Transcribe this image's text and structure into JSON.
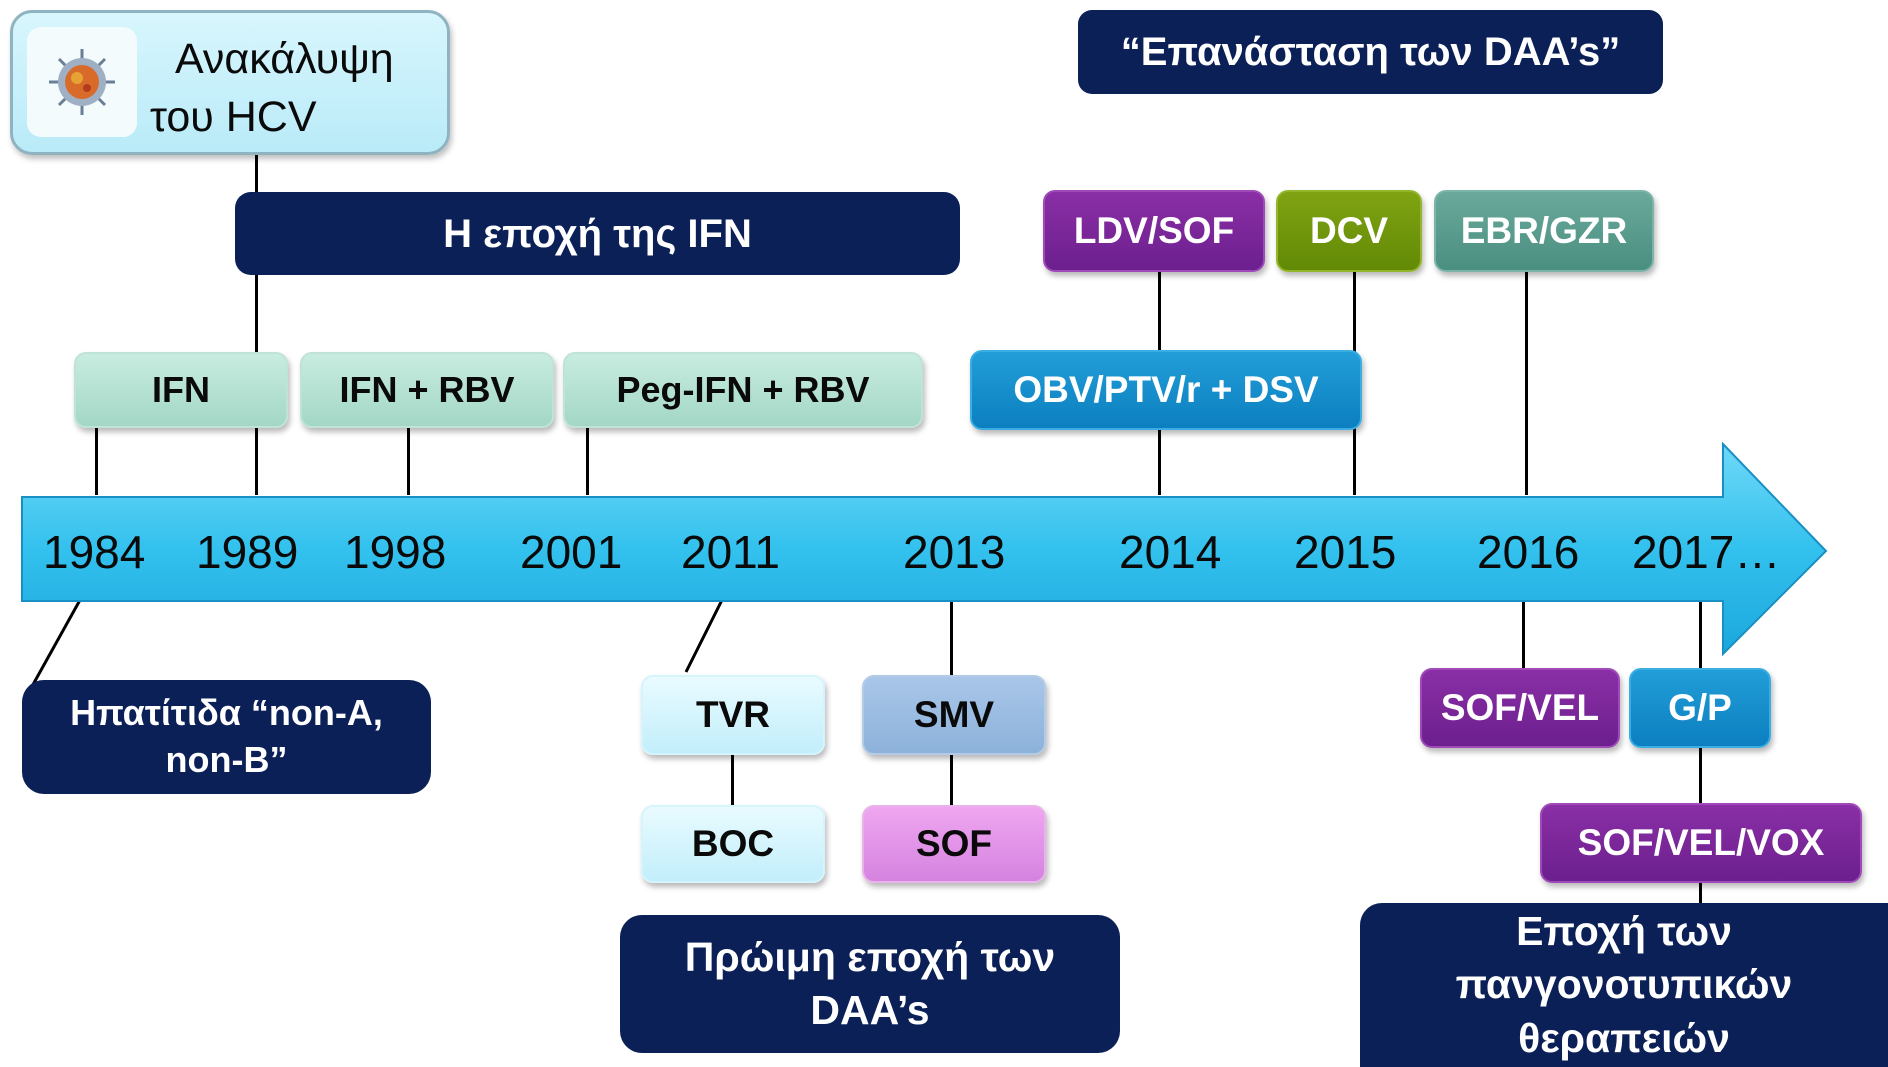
{
  "discovery": {
    "line1": "Ανακάλυψη",
    "line2": "του HCV",
    "icon": "virus-icon"
  },
  "ifn_era": "Η εποχή της IFN",
  "daa_revolution": "“Επανάσταση των DAA’s”",
  "non_ab": "Ηπατίτιδα “non-A, non-B”",
  "early_daa": "Πρώιμη εποχή των DAA’s",
  "pangenotypic": "Εποχή των πανγονοτυπικών θεραπειών",
  "years": [
    "1984",
    "1989",
    "1998",
    "2001",
    "2011",
    "2013",
    "2014",
    "2015",
    "2016",
    "2017…"
  ],
  "therapies": {
    "ifn": "IFN",
    "ifn_rbv": "IFN + RBV",
    "peg_ifn_rbv": "Peg-IFN + RBV",
    "tvr": "TVR",
    "boc": "BOC",
    "smv": "SMV",
    "sof": "SOF",
    "ldv_sof": "LDV/SOF",
    "dcv": "DCV",
    "ebr_gzr": "EBR/GZR",
    "obv": "OBV/PTV/r + DSV",
    "sof_vel": "SOF/VEL",
    "gp": "G/P",
    "sof_vel_vox": "SOF/VEL/VOX"
  },
  "colors": {
    "dark_navy": "#0c2058",
    "arrow": "#33c1ee",
    "mint": "#aedcca",
    "light_blue": "#cdf1fb",
    "steel_blue": "#97b8df",
    "pink": "#df8ee5",
    "purple": "#7a2698",
    "olive": "#6f960a",
    "teal": "#579a8a",
    "blue": "#1190cf"
  }
}
